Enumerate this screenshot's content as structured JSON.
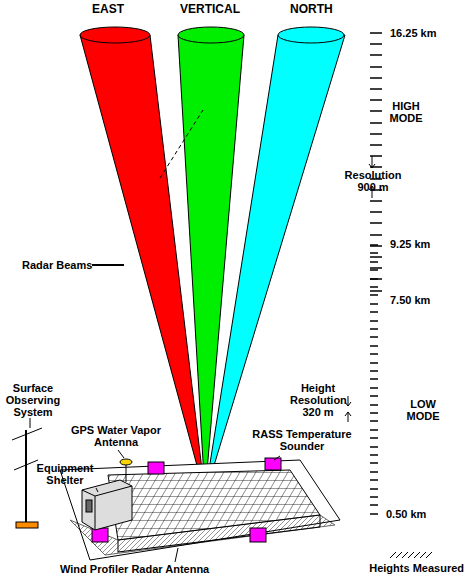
{
  "diagram": {
    "labels": [
      "EAST",
      "VERTICAL",
      "NORTH",
      "16.25 km",
      "HIGH MODE",
      "Resolution 900 m",
      "9.25 km",
      "7.50 km",
      "Radar Beams",
      "Surface Observing System",
      "GPS Water Vapor Antenna",
      "Equipment Shelter",
      "Height Resolution 320 m",
      "RASS Temperature Sounder",
      "LOW MODE",
      "0.50 km",
      "Heights Measured",
      "Wind Profiler Radar Antenna"
    ]
  }
}
